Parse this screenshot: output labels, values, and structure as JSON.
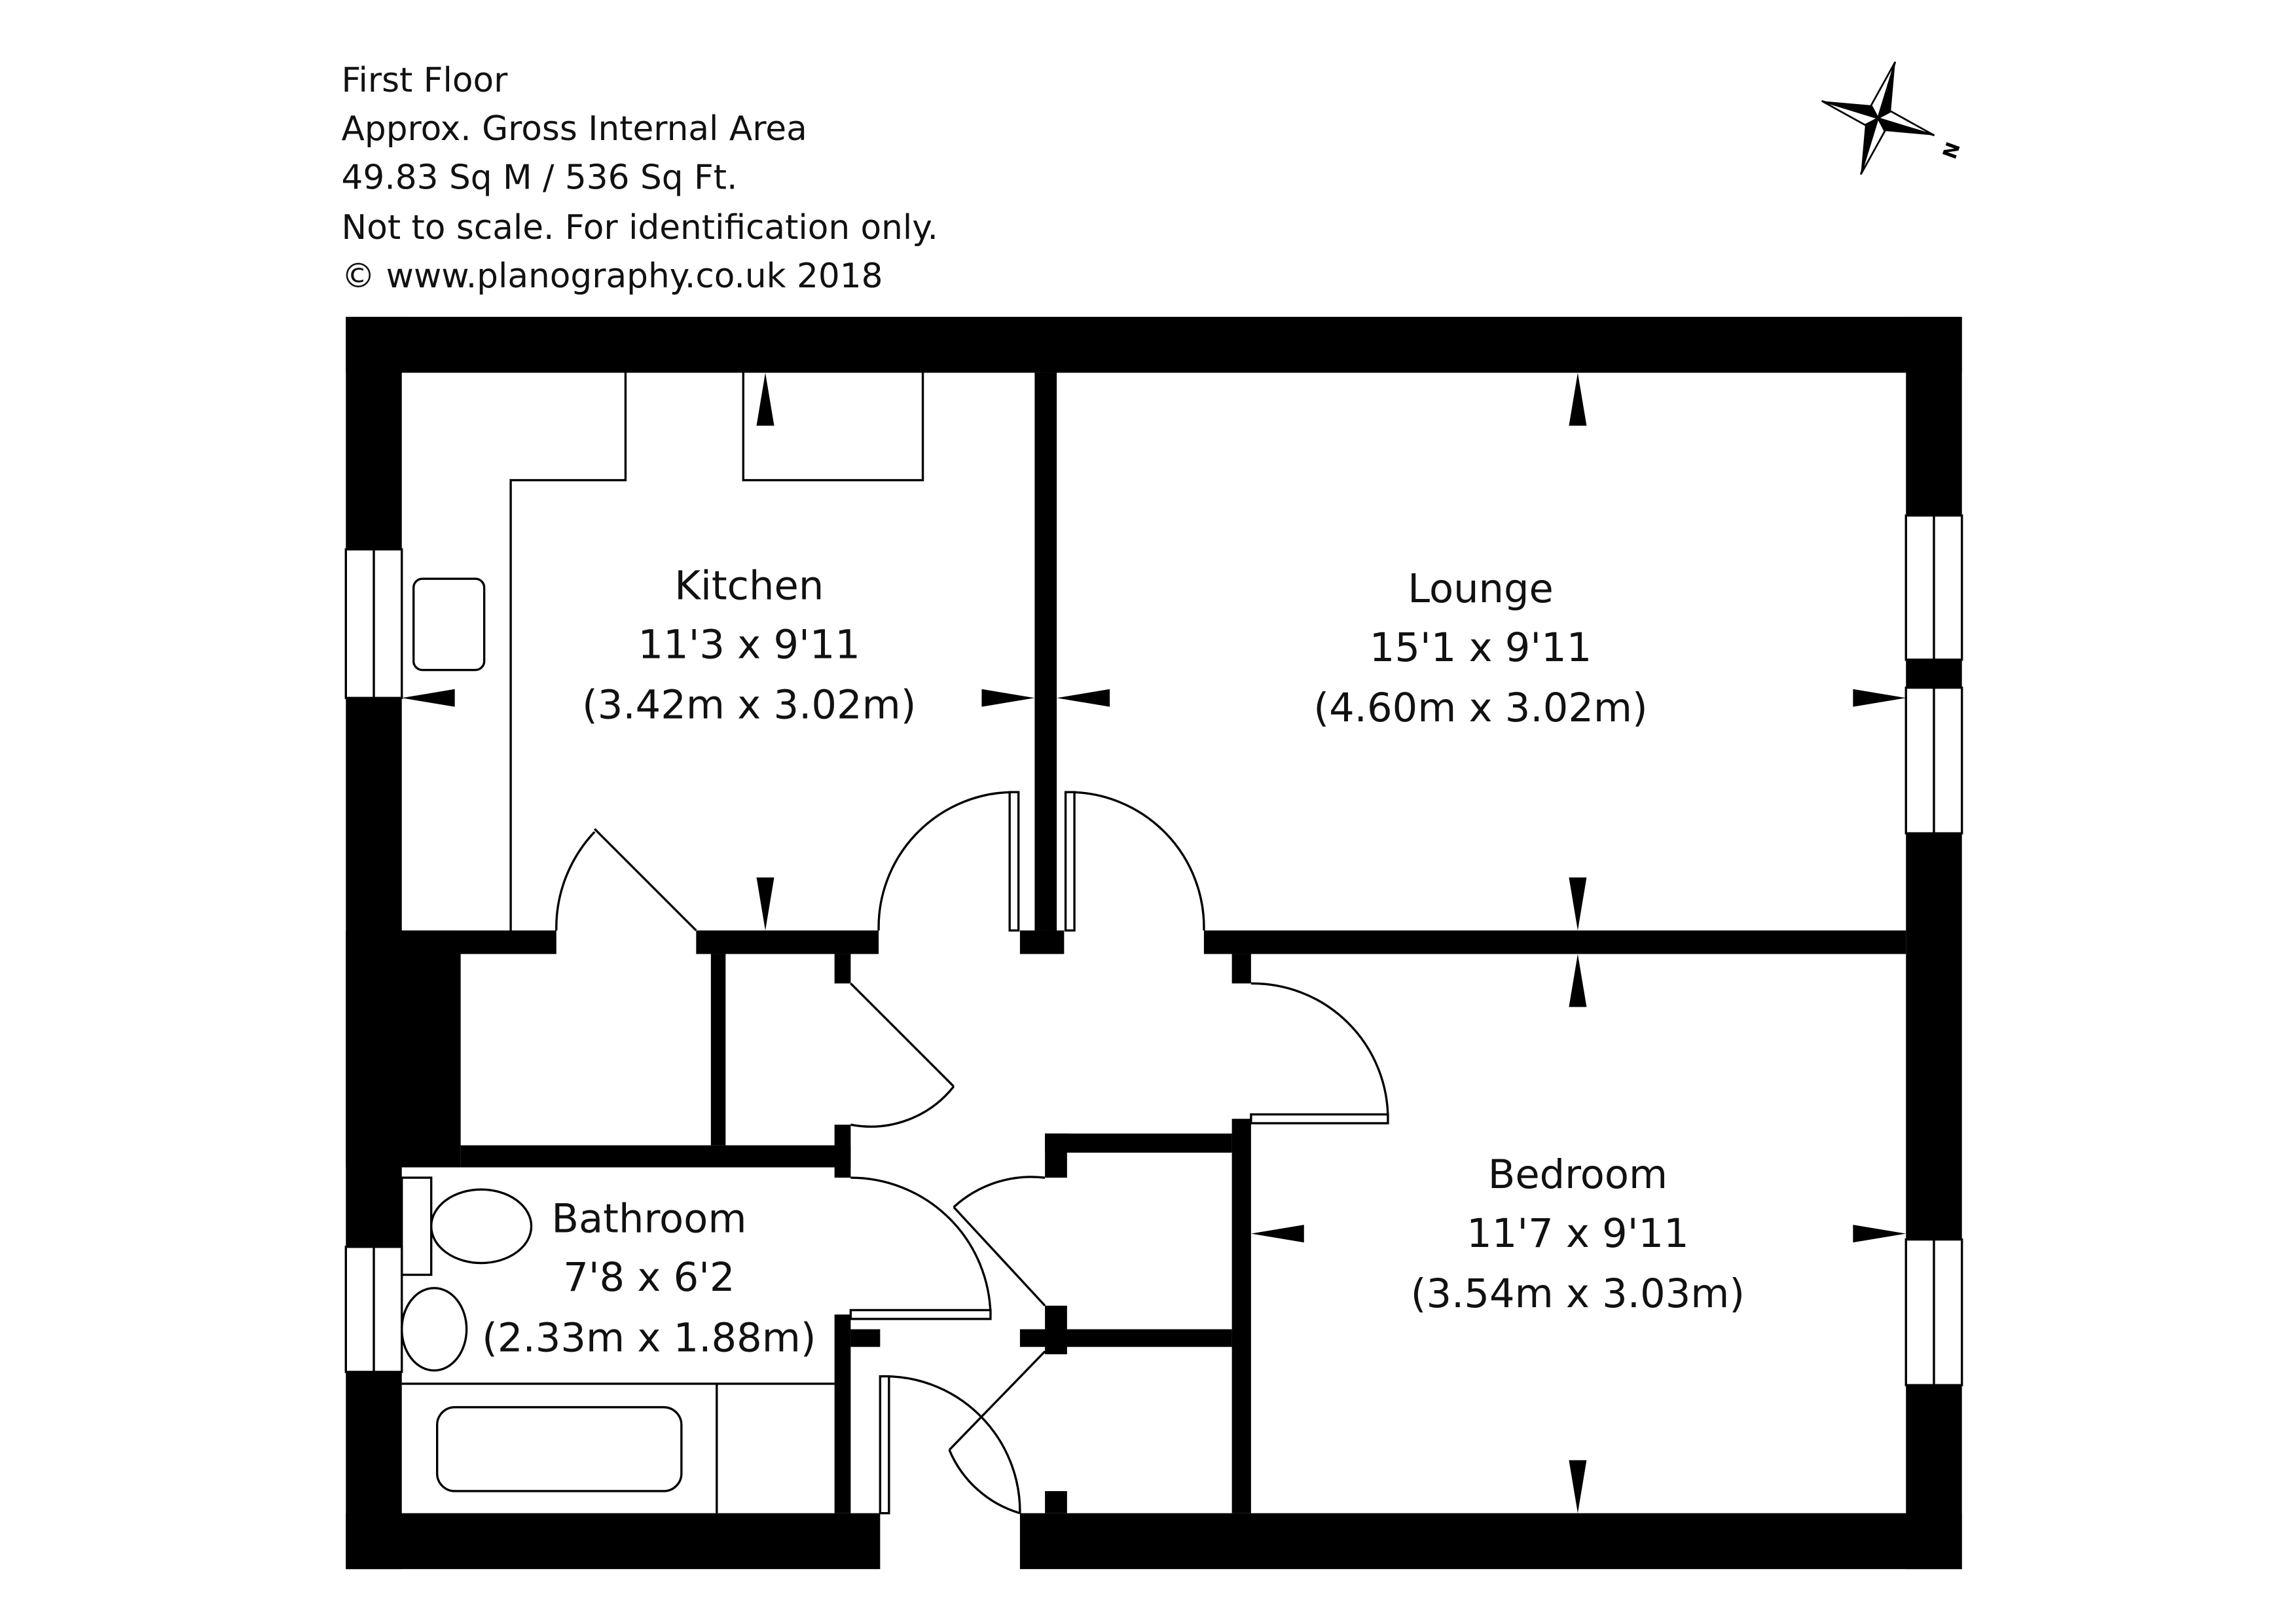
{
  "header": {
    "floor": "First Floor",
    "area_label": "Approx. Gross Internal Area",
    "area_value": "49.83 Sq M / 536 Sq Ft.",
    "disclaimer": "Not to scale. For identification only.",
    "copyright": "© www.planography.co.uk 2018"
  },
  "compass": {
    "north_label": "N"
  },
  "rooms": {
    "kitchen": {
      "name": "Kitchen",
      "imperial": "11'3 x 9'11",
      "metric": "(3.42m x 3.02m)"
    },
    "lounge": {
      "name": "Lounge",
      "imperial": "15'1 x 9'11",
      "metric": "(4.60m x 3.02m)"
    },
    "bathroom": {
      "name": "Bathroom",
      "imperial": "7'8 x 6'2",
      "metric": "(2.33m x 1.88m)"
    },
    "bedroom": {
      "name": "Bedroom",
      "imperial": "11'7 x 9'11",
      "metric": "(3.54m x 3.03m)"
    }
  }
}
